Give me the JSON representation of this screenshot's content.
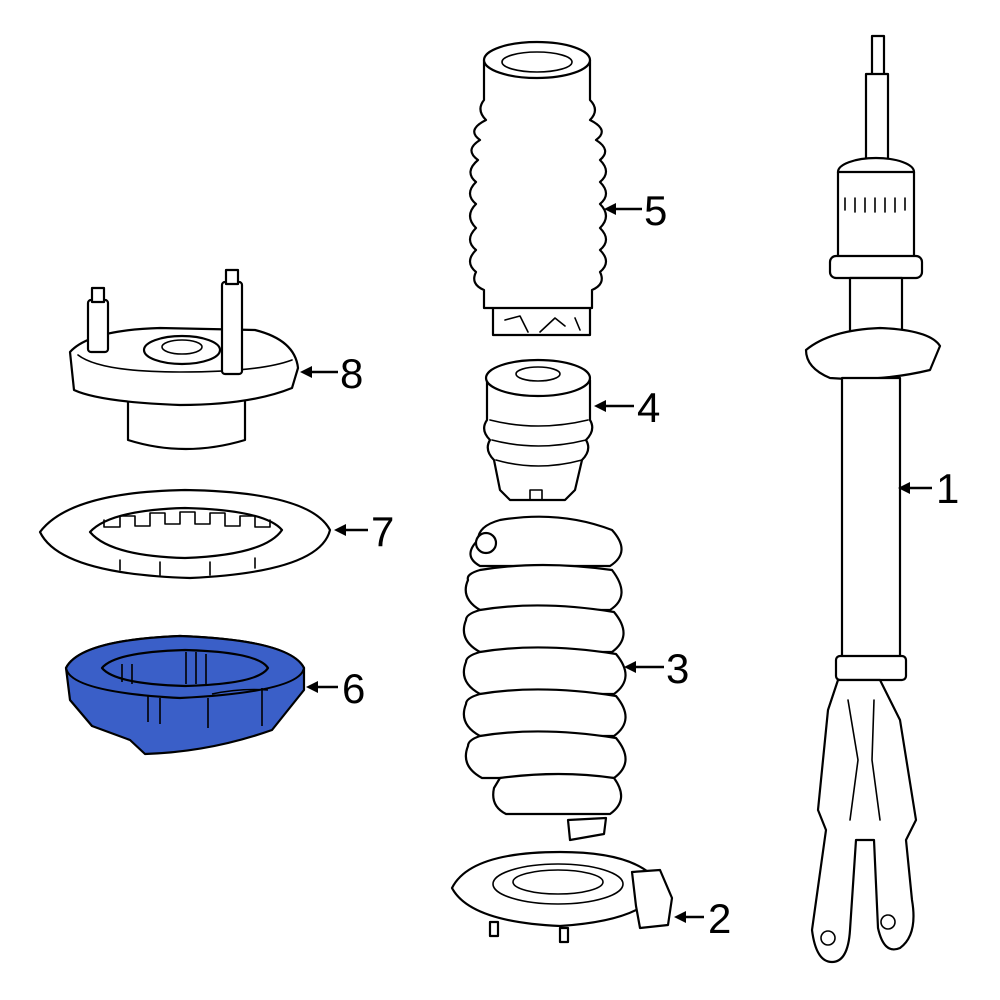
{
  "colors": {
    "highlight": "#3a5fc8",
    "line": "#000000",
    "background": "#ffffff"
  },
  "callouts": [
    {
      "number": "1",
      "part": "strut"
    },
    {
      "number": "2",
      "part": "lower-spring-seat"
    },
    {
      "number": "3",
      "part": "coil-spring"
    },
    {
      "number": "4",
      "part": "bump-stop"
    },
    {
      "number": "5",
      "part": "dust-boot"
    },
    {
      "number": "6",
      "part": "spring-insulator",
      "highlighted": true
    },
    {
      "number": "7",
      "part": "upper-insulator"
    },
    {
      "number": "8",
      "part": "strut-mount"
    }
  ]
}
